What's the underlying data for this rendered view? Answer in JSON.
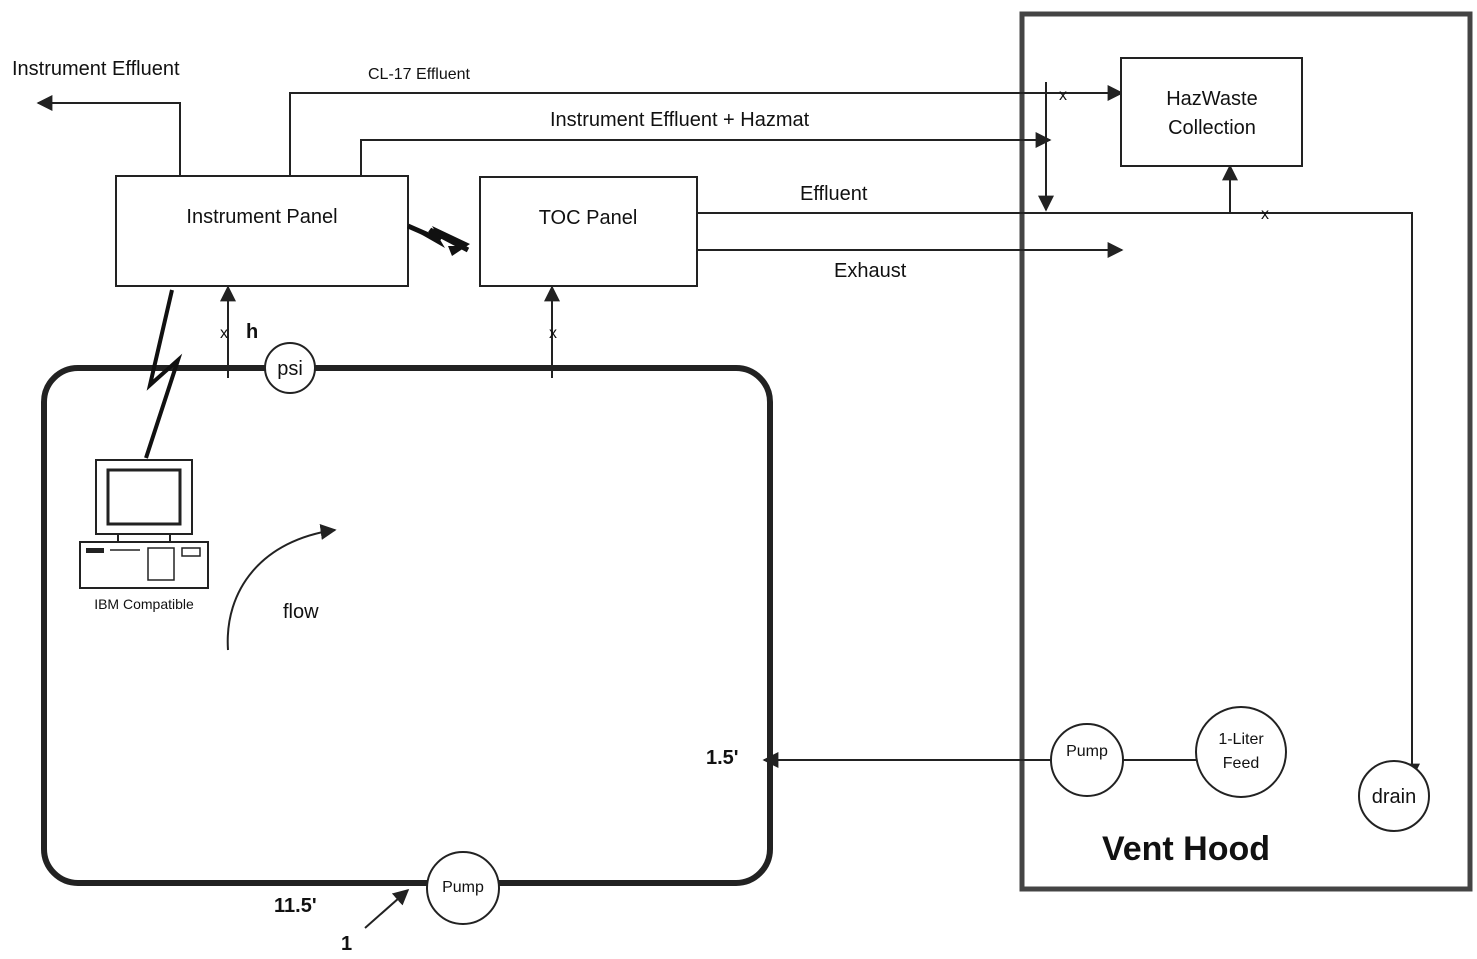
{
  "labels": {
    "instrument_effluent": "Instrument Effluent",
    "cl17_effluent": "CL-17 Effluent",
    "instrument_effluent_hazmat": "Instrument Effluent + Hazmat",
    "effluent": "Effluent",
    "exhaust": "Exhaust",
    "instrument_panel": "Instrument Panel",
    "toc_panel": "TOC Panel",
    "hazwaste_line1": "HazWaste",
    "hazwaste_line2": "Collection",
    "psi": "psi",
    "h": "h",
    "x": "x",
    "ibm_compatible": "IBM Compatible",
    "flow": "flow",
    "dim_1_5": "1.5'",
    "dim_11_5": "11.5'",
    "point_1": "1",
    "pump": "Pump",
    "feed_line1": "1-Liter",
    "feed_line2": "Feed",
    "drain": "drain",
    "vent_hood": "Vent Hood"
  }
}
